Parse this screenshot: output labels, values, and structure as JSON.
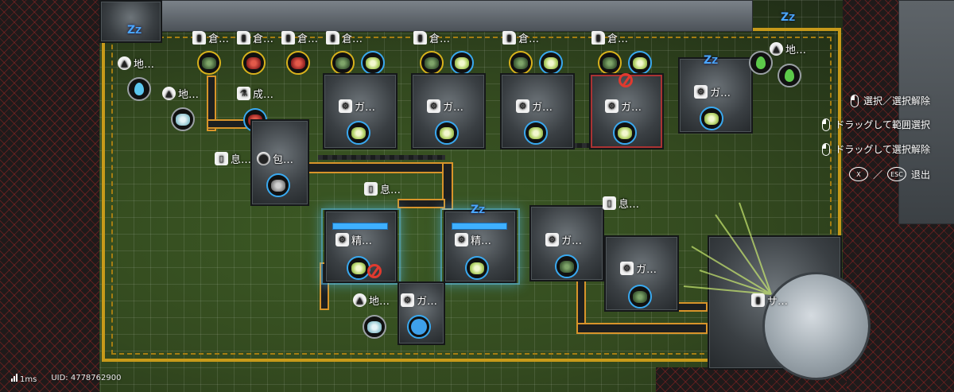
{
  "hud": {
    "hints": [
      {
        "icon": "mouse-left-icon",
        "label": "選択／選択解除"
      },
      {
        "icon": "mouse-drag-icon",
        "label": "ドラッグして範囲選択"
      },
      {
        "icon": "mouse-drag-right-icon",
        "label": "ドラッグして選択解除"
      }
    ],
    "exit": {
      "key_x": "X",
      "separator": "／",
      "key_esc": "ESC",
      "label": "退出"
    },
    "ping": "1ms",
    "uid": "UID: 4778762900"
  },
  "labels": {
    "storage": "倉…",
    "ground": "地…",
    "compose": "成…",
    "rest": "息…",
    "pack": "包…",
    "gather": "ガ…",
    "refine": "精…",
    "supply": "サ…",
    "sleep": "Z",
    "sleep2": "Z"
  },
  "colors": {
    "belt": "#d8942a",
    "border": "#c79a1a",
    "accent_blue": "#3fb0ff",
    "forbid_red": "#e03a2f"
  }
}
